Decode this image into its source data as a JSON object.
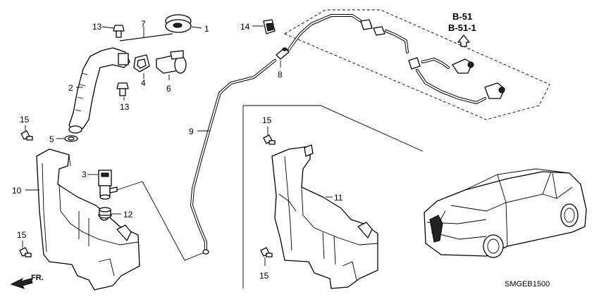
{
  "callouts": {
    "c1": "1",
    "c2": "2",
    "c3": "3",
    "c4": "4",
    "c5": "5",
    "c6": "6",
    "c7": "7",
    "c8": "8",
    "c9": "9",
    "c10": "10",
    "c11": "11",
    "c12": "12",
    "c13a": "13",
    "c13b": "13",
    "c14": "14",
    "c15a": "15",
    "c15b": "15",
    "c15c": "15",
    "c15d": "15"
  },
  "references": {
    "ref_a": "B-51",
    "ref_b": "B-51-1"
  },
  "direction_label": "FR.",
  "diagram_code": "SMGEB1500"
}
